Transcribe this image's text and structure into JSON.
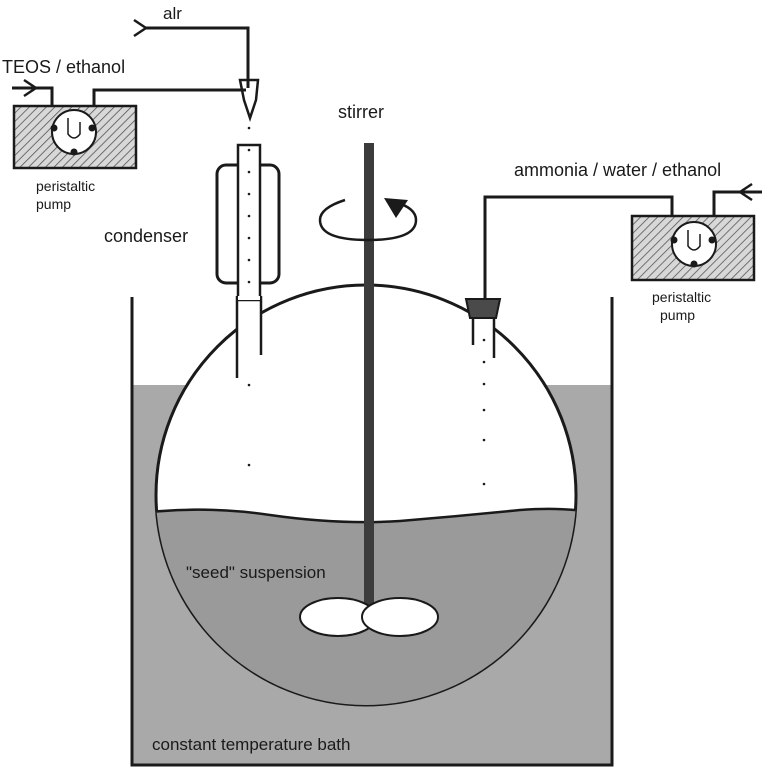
{
  "labels": {
    "air": "alr",
    "teos": "TEOS / ethanol",
    "pump_left_line1": "peristaltic",
    "pump_left_line2": "pump",
    "condenser": "condenser",
    "stirrer": "stirrer",
    "ammonia": "ammonia / water / ethanol",
    "pump_right_line1": "peristaltic",
    "pump_right_line2": "pump",
    "seed": "\"seed\" suspension",
    "bath": "constant temperature bath"
  },
  "colors": {
    "line": "#1a1a1a",
    "bath_fill": "#a9a9a9",
    "liquid_fill": "#9a9a9a",
    "glass_fill": "#ffffff",
    "rod": "#3c3c3c"
  }
}
